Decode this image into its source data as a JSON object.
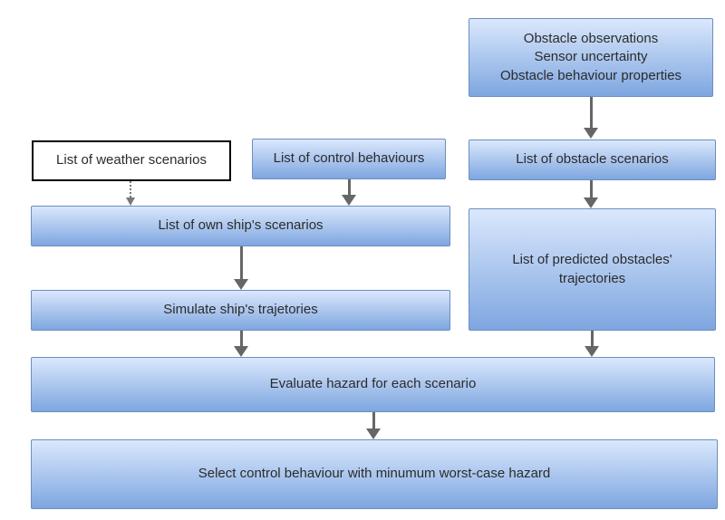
{
  "diagram": {
    "type": "flowchart",
    "nodes": {
      "obstacle_inputs": {
        "label": "Obstacle observations\nSensor uncertainty\nObstacle behaviour properties",
        "shape": "blue-gradient-box"
      },
      "weather_scenarios": {
        "label": "List of weather scenarios",
        "shape": "white-outline-box"
      },
      "control_behaviours": {
        "label": "List of control behaviours",
        "shape": "blue-gradient-box"
      },
      "obstacle_scenarios": {
        "label": "List of obstacle scenarios",
        "shape": "blue-gradient-box"
      },
      "own_ship_scenarios": {
        "label": "List of own ship's scenarios",
        "shape": "blue-gradient-box"
      },
      "predicted_trajectories": {
        "label": "List of predicted obstacles' trajectories",
        "shape": "blue-gradient-box"
      },
      "simulate": {
        "label": "Simulate ship's trajetories",
        "shape": "blue-gradient-box"
      },
      "evaluate": {
        "label": "Evaluate hazard for each scenario",
        "shape": "blue-gradient-box"
      },
      "select": {
        "label": "Select control behaviour with minumum worst-case hazard",
        "shape": "blue-gradient-box"
      }
    },
    "edges": [
      {
        "from": "obstacle_inputs",
        "to": "obstacle_scenarios",
        "style": "solid"
      },
      {
        "from": "weather_scenarios",
        "to": "own_ship_scenarios",
        "style": "dotted"
      },
      {
        "from": "control_behaviours",
        "to": "own_ship_scenarios",
        "style": "solid"
      },
      {
        "from": "obstacle_scenarios",
        "to": "predicted_trajectories",
        "style": "solid"
      },
      {
        "from": "own_ship_scenarios",
        "to": "simulate",
        "style": "solid"
      },
      {
        "from": "simulate",
        "to": "evaluate",
        "style": "solid"
      },
      {
        "from": "predicted_trajectories",
        "to": "evaluate",
        "style": "solid"
      },
      {
        "from": "evaluate",
        "to": "select",
        "style": "solid"
      }
    ],
    "colors": {
      "node_fill_top": "#dae8fc",
      "node_fill_bottom": "#7ea6e0",
      "node_border": "#6c8ebf",
      "weather_fill": "#ffffff",
      "weather_border": "#000000",
      "arrow": "#666666",
      "text": "#2b2b2b",
      "background": "#ffffff"
    }
  }
}
